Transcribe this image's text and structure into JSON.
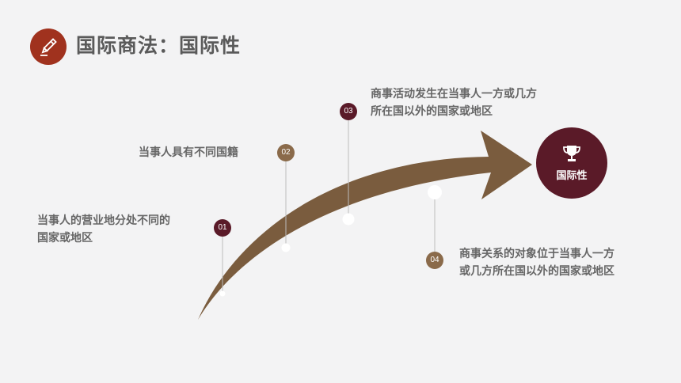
{
  "header": {
    "title": "国际商法：国际性",
    "icon": "pencil-icon",
    "icon_color": "#a0321e"
  },
  "goal": {
    "label": "国际性",
    "icon": "trophy-icon",
    "color": "#5a1a28"
  },
  "arrow": {
    "color": "#7a5c3e"
  },
  "steps": [
    {
      "badge": "01",
      "text_lines": [
        "当事人的营业地分处不同的",
        "国家或地区"
      ],
      "color": "#5a1a28"
    },
    {
      "badge": "02",
      "text_lines": [
        "当事人具有不同国籍"
      ],
      "color": "#8a6a4a"
    },
    {
      "badge": "03",
      "text_lines": [
        "商事活动发生在当事人一方或几方",
        "所在国以外的国家或地区"
      ],
      "color": "#5a1a28"
    },
    {
      "badge": "04",
      "text_lines": [
        "商事关系的对象位于当事人一方",
        "或几方所在国以外的国家或地区"
      ],
      "color": "#8a6a4a"
    }
  ]
}
